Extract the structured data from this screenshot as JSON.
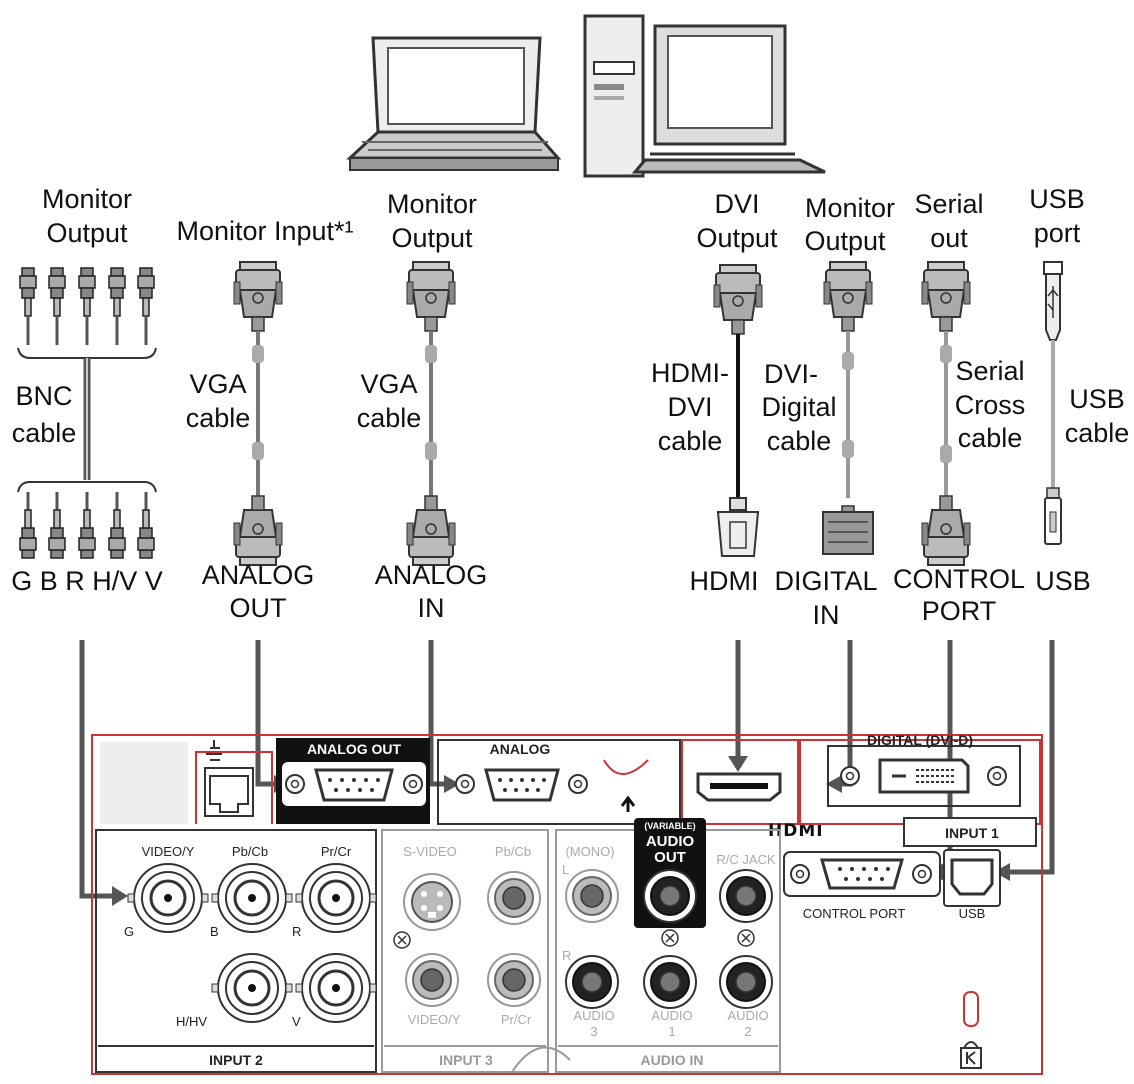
{
  "devices": {
    "monitor_output_1": [
      "Monitor",
      "Output"
    ],
    "monitor_input": [
      "Monitor Input*¹"
    ],
    "monitor_output_2": [
      "Monitor",
      "Output"
    ],
    "dvi_output": [
      "DVI",
      "Output"
    ],
    "monitor_output_3": [
      "Monitor",
      "Output"
    ],
    "serial_out": [
      "Serial",
      "out"
    ],
    "usb_port": [
      "USB",
      "port"
    ]
  },
  "cables": {
    "bnc": [
      "BNC",
      "cable"
    ],
    "vga_1": [
      "VGA",
      "cable"
    ],
    "vga_2": [
      "VGA",
      "cable"
    ],
    "hdmi_dvi": [
      "HDMI-",
      "DVI",
      "cable"
    ],
    "dvi_digital": [
      "DVI-",
      "Digital",
      "cable"
    ],
    "serial_cross": [
      "Serial",
      "Cross",
      "cable"
    ],
    "usb": [
      "USB",
      "cable"
    ]
  },
  "terminals": {
    "gbrhv": [
      "G B R H/V V"
    ],
    "analog_out": [
      "ANALOG",
      "OUT"
    ],
    "analog_in": [
      "ANALOG",
      "IN"
    ],
    "hdmi": [
      "HDMI"
    ],
    "digital_in": [
      "DIGITAL",
      "IN"
    ],
    "control_port": [
      "CONTROL",
      "PORT"
    ],
    "usb": [
      "USB"
    ]
  },
  "panel": {
    "analog_out": "ANALOG OUT",
    "analog": "ANALOG",
    "digital": "DIGITAL (DVI-D)",
    "input1": "INPUT 1",
    "input2": "INPUT 2",
    "input3": "INPUT 3",
    "audio_in": "AUDIO IN",
    "video_y": "VIDEO/Y",
    "pb_cb": "Pb/Cb",
    "pr_cr": "Pr/Cr",
    "g": "G",
    "b": "B",
    "r": "R",
    "h_hv": "H/HV",
    "v": "V",
    "s_video": "S-VIDEO",
    "pb_cb_3": "Pb/Cb",
    "video_y_3": "VIDEO/Y",
    "pr_cr_3": "Pr/Cr",
    "mono": "(MONO)",
    "l": "L",
    "r_audio": "R",
    "variable": "(VARIABLE)",
    "audio_out": [
      "AUDIO",
      "OUT"
    ],
    "rc_jack": "R/C JACK",
    "audio3": [
      "AUDIO",
      "3"
    ],
    "audio1": [
      "AUDIO",
      "1"
    ],
    "audio2": [
      "AUDIO",
      "2"
    ],
    "control_port": "CONTROL PORT",
    "usb": "USB",
    "hdmi_logo": "HDMI"
  },
  "colors": {
    "ink": "#111111",
    "panel_red": "#cc3333",
    "panel_gray": "#999999",
    "cable_gray": "#aaaaaa"
  }
}
